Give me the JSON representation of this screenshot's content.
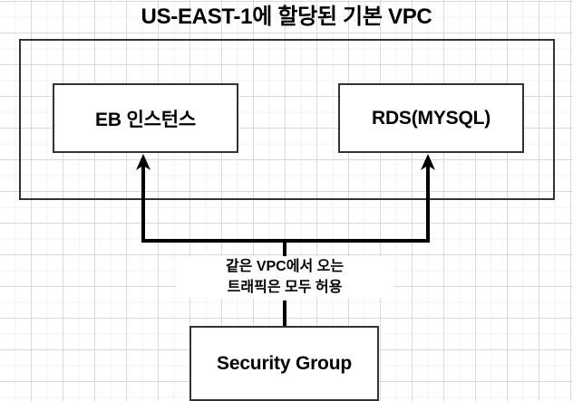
{
  "diagram": {
    "title": "US-EAST-1에 할당된 기본 VPC",
    "nodes": {
      "vpc_container": "",
      "eb_instance": "EB 인스턴스",
      "rds": "RDS(MYSQL)",
      "security_group": "Security Group"
    },
    "annotation": {
      "line1": "같은 VPC에서 오는",
      "line2": "트래픽은 모두 허용"
    },
    "edges": [
      {
        "from": "security-group",
        "to": "eb-instance",
        "arrow": "up"
      },
      {
        "from": "security-group",
        "to": "rds",
        "arrow": "up"
      }
    ],
    "colors": {
      "stroke": "#333333",
      "text": "#000000",
      "background": "#ffffff",
      "grid_minor": "#f2f2f2",
      "grid_major": "#d9d9d9"
    }
  }
}
